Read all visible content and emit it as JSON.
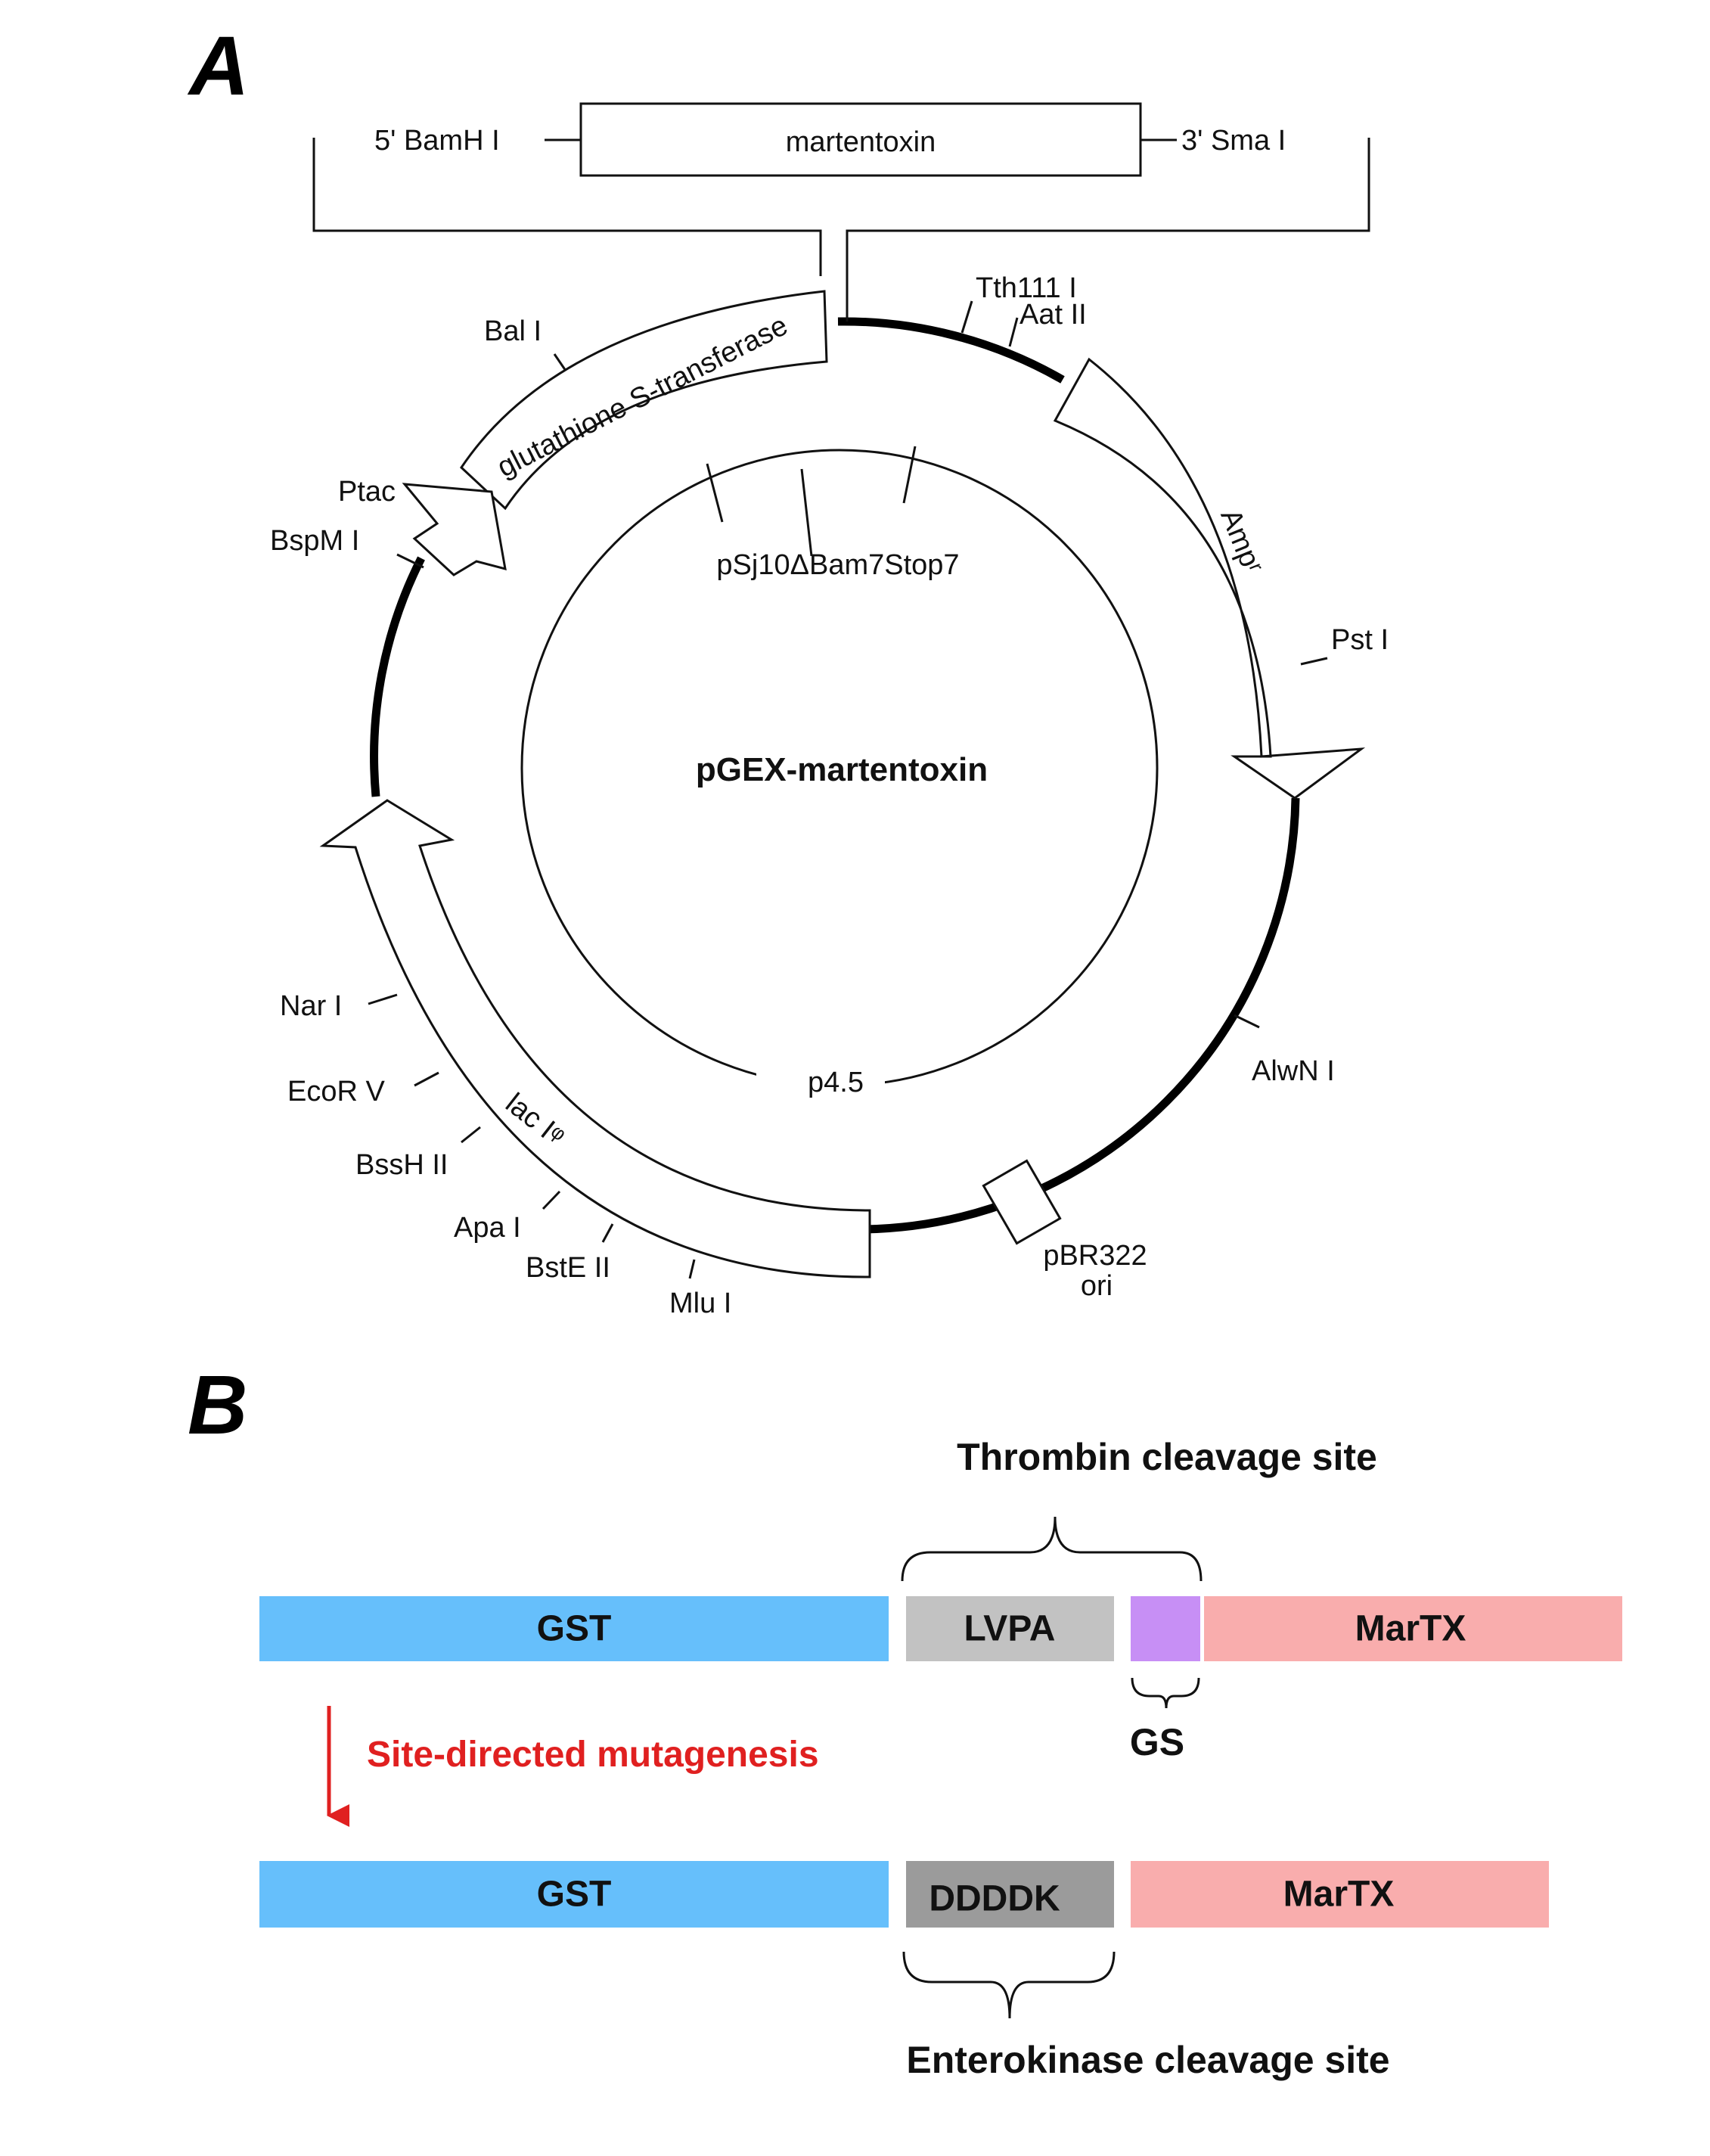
{
  "panel_a": {
    "letter": "A",
    "insert": {
      "left": "5' BamH I",
      "box": "martentoxin",
      "right": "3' Sma I"
    },
    "plasmid_name": "pGEX-martentoxin",
    "inner_labels": {
      "top": "pSj10ΔBam7Stop7",
      "bottom": "p4.5"
    },
    "gene_labels": {
      "gst": "glutathione S-transferase",
      "amp": "Ampʳ",
      "lac": "lac Iᵠ"
    },
    "sites": {
      "tth": "Tth111 I",
      "aat": "Aat II",
      "bal": "Bal I",
      "ptac": "Ptac",
      "bspm": "BspM I",
      "pst": "Pst I",
      "alwn": "AlwN I",
      "ori1": "pBR322",
      "ori2": "ori",
      "nar": "Nar I",
      "ecorv": "EcoR V",
      "bssh": "BssH II",
      "apa": "Apa I",
      "bste": "BstE II",
      "mlu": "Mlu I"
    }
  },
  "panel_b": {
    "letter": "B",
    "thrombin_label": "Thrombin cleavage site",
    "enterokinase_label": "Enterokinase cleavage site",
    "mutagenesis_label": "Site-directed mutagenesis",
    "gs_label": "GS",
    "row1": {
      "gst": "GST",
      "lvpa": "LVPA",
      "martx": "MarTX"
    },
    "row2": {
      "gst": "GST",
      "ddddk": "DDDDK",
      "martx": "MarTX"
    },
    "colors": {
      "gst": "#66bffb",
      "lvpa": "#c2c2c2",
      "gs": "#c78ff5",
      "martx": "#f9adad",
      "ddddk": "#9b9b9b",
      "arrow": "#e02020"
    }
  }
}
